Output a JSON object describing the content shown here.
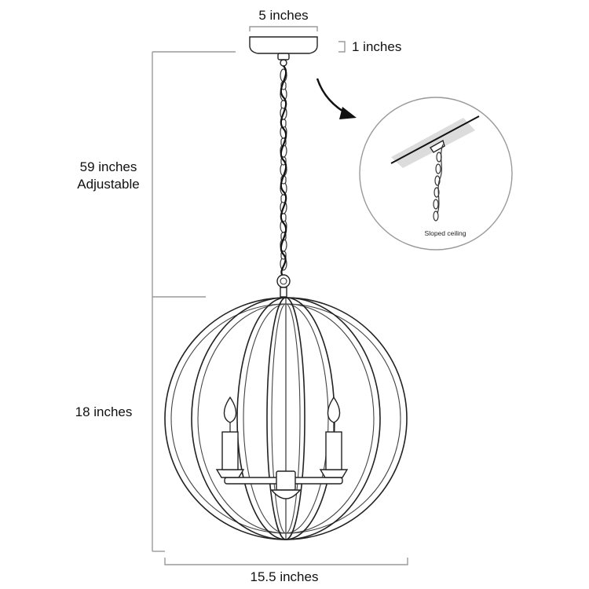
{
  "dimensions": {
    "canopy_width": "5 inches",
    "canopy_height": "1 inches",
    "chain_length_line1": "59 inches",
    "chain_length_line2": "Adjustable",
    "orb_height": "18 inches",
    "orb_width": "15.5 inches"
  },
  "inset": {
    "caption": "Sloped ceiling"
  }
}
